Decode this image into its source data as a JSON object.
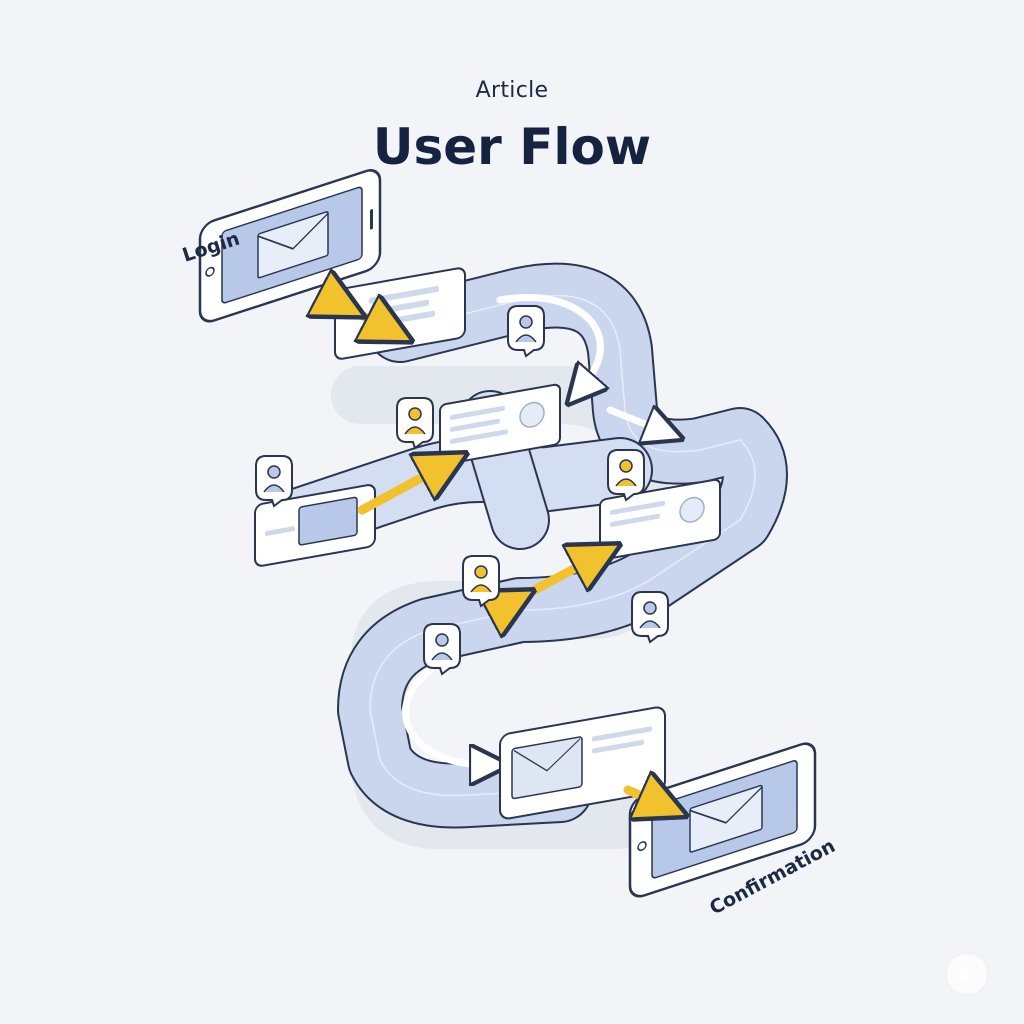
{
  "header": {
    "kicker": "Article",
    "title": "User Flow"
  },
  "labels": {
    "start": "Login",
    "end": "Confirmation"
  },
  "watermark": "ai",
  "colors": {
    "background": "#f2f4f8",
    "track": "#c9d6ee",
    "track_outline": "#2a3550",
    "screen": "#b8c8e8",
    "accent_arrow": "#f2c12e",
    "ink": "#1d2a44"
  },
  "icons": [
    "phone-icon",
    "envelope-icon",
    "user-pin-icon",
    "arrow-icon",
    "document-icon"
  ]
}
